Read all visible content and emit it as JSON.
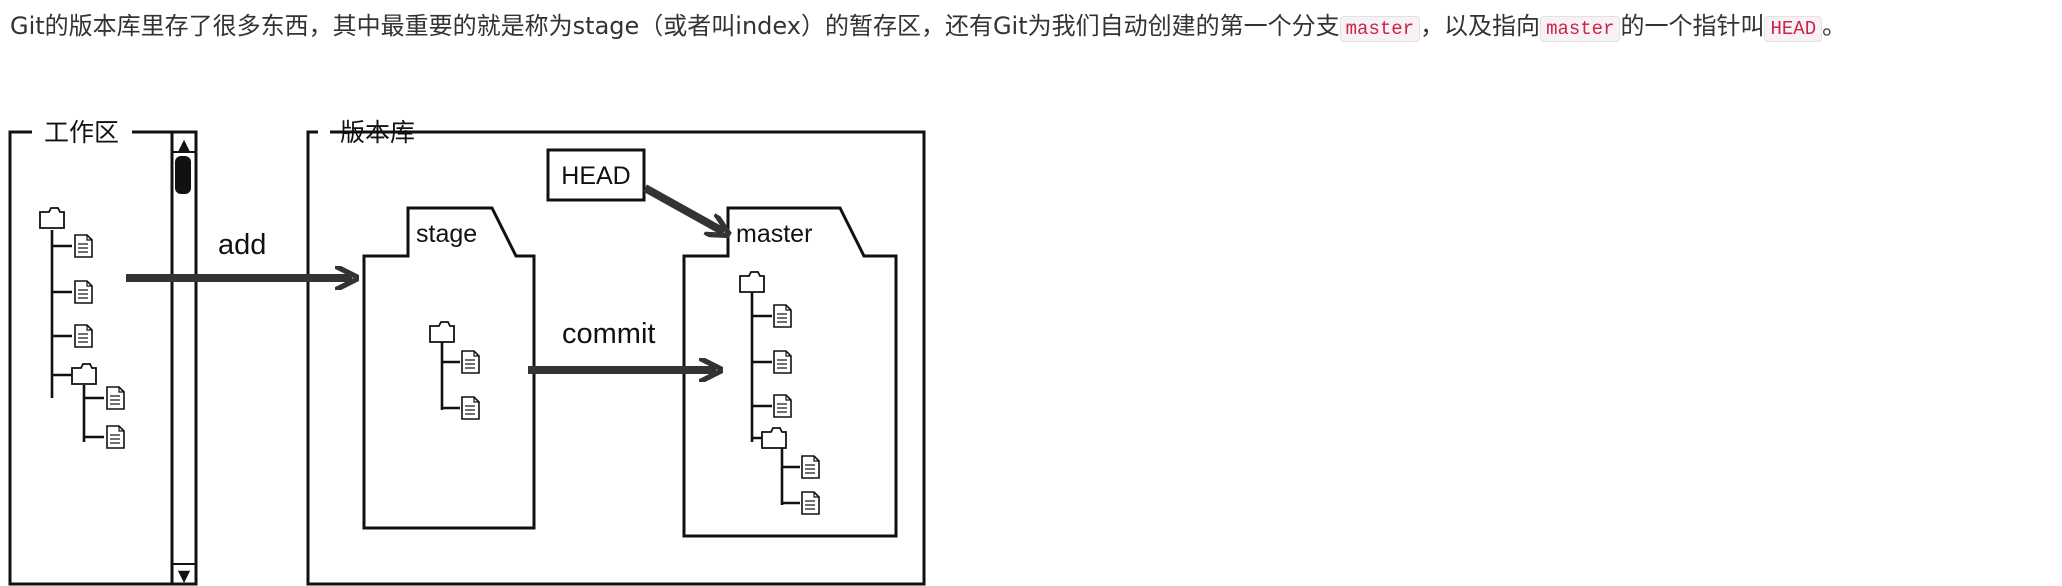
{
  "intro": {
    "part1": "Git的版本库里存了很多东西，其中最重要的就是称为stage（或者叫index）的暂存区，还有Git为我们自动创建的第一个分支",
    "code1": "master",
    "part2": "，以及指向",
    "code2": "master",
    "part3": "的一个指针叫",
    "code3": "HEAD",
    "part4": "。"
  },
  "diagram": {
    "working_dir_label": "工作区",
    "repo_label": "版本库",
    "stage_label": "stage",
    "master_label": "master",
    "head_label": "HEAD",
    "add_label": "add",
    "commit_label": "commit",
    "scroll_up_glyph": "▲",
    "scroll_down_glyph": "▼"
  }
}
